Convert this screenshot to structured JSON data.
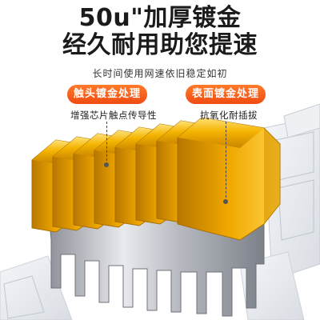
{
  "headline": {
    "line1": "50u\"加厚镀金",
    "line2": "经久耐用助您提速"
  },
  "subtitle": "长时间使用网速依旧稳定如初",
  "features": [
    {
      "label": "触头镀金处理",
      "description": "增强芯片触点传导性"
    },
    {
      "label": "表面镀金处理",
      "description": "抗氧化耐插拔"
    }
  ],
  "colors": {
    "accent": "#f25a1a",
    "gold": "#f2b400",
    "silver": "#c9ccd2",
    "headline_text": "#1b1b1b"
  },
  "image": {
    "subject": "gold-plated RJ45 connector contacts",
    "contact_count": 8
  }
}
